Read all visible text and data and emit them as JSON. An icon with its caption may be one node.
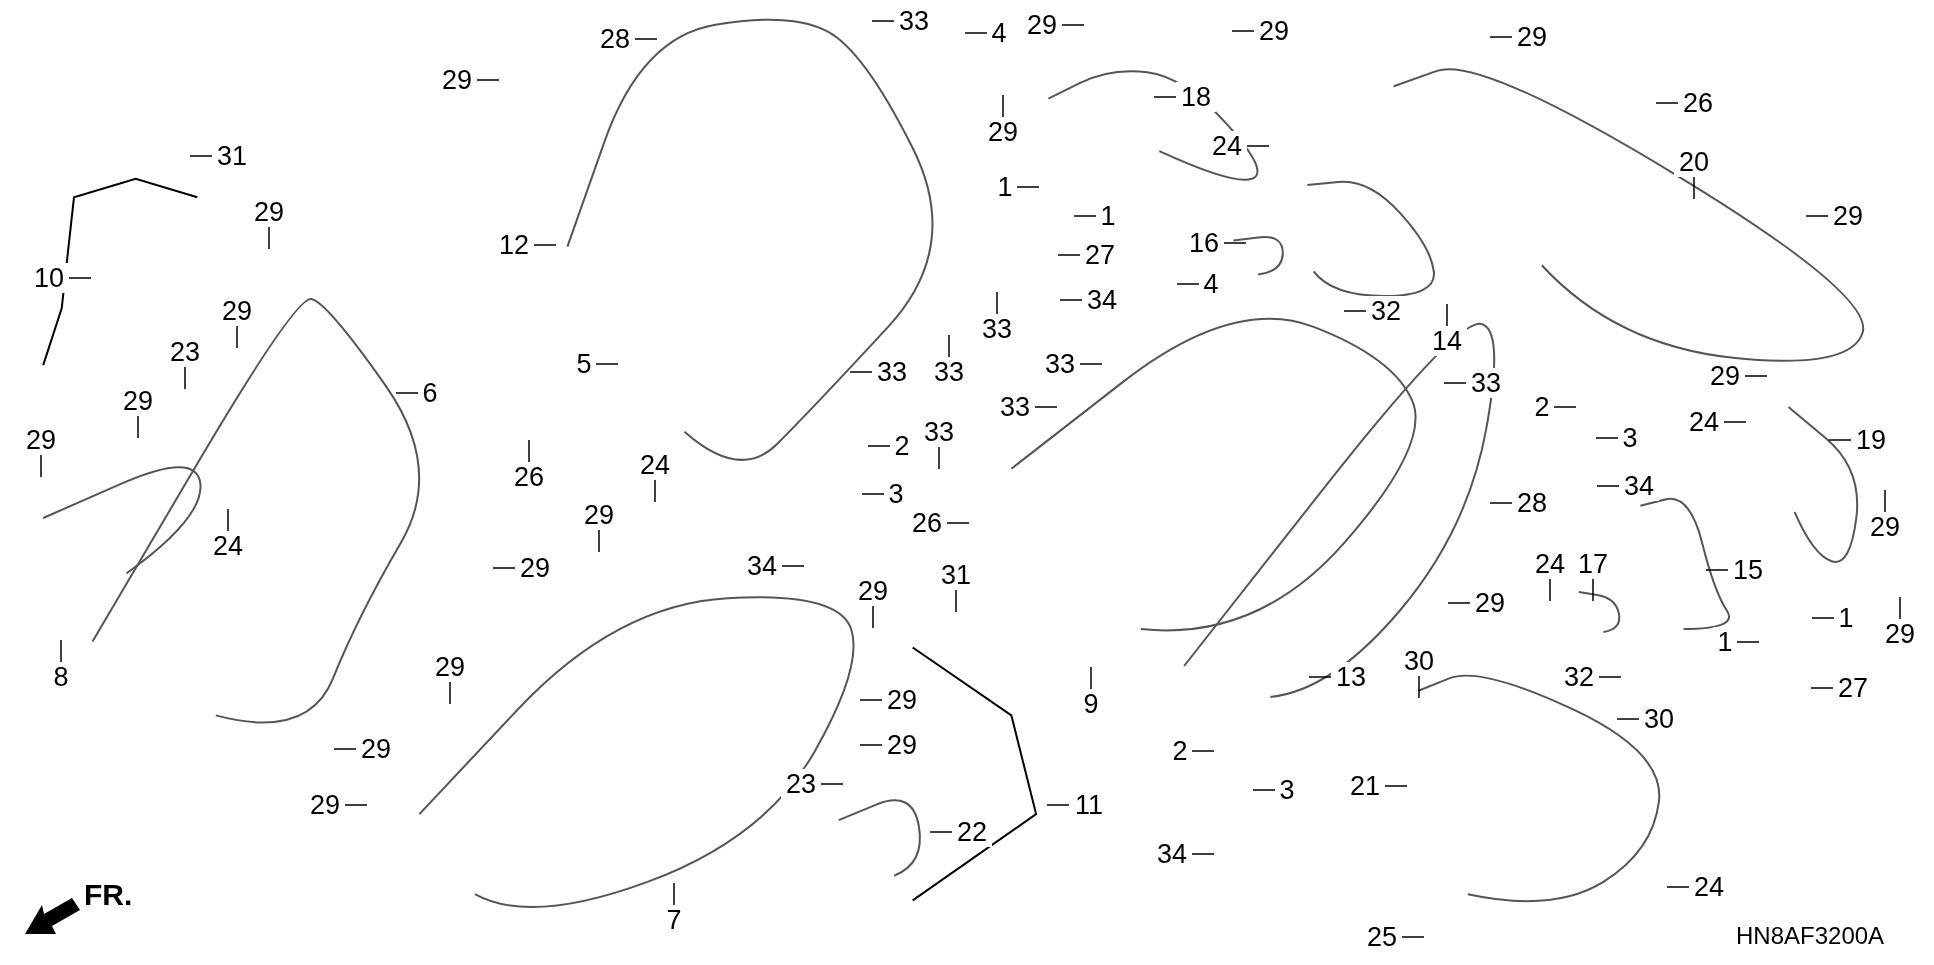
{
  "diagram": {
    "nodes": [
      {
        "text": [
          "28"
        ]
      },
      {
        "text": [
          "33"
        ]
      },
      {
        "text": [
          "4"
        ]
      },
      {
        "text": [
          "29"
        ]
      },
      {
        "text": [
          "29"
        ]
      },
      {
        "text": [
          "29"
        ]
      },
      {
        "text": [
          "29"
        ]
      },
      {
        "text": [
          "18"
        ]
      },
      {
        "text": [
          "26"
        ]
      },
      {
        "text": [
          "29"
        ]
      },
      {
        "text": [
          "24"
        ]
      },
      {
        "text": [
          "31"
        ]
      },
      {
        "text": [
          "20"
        ]
      },
      {
        "text": [
          "1"
        ]
      },
      {
        "text": [
          "29"
        ]
      },
      {
        "text": [
          "1"
        ]
      },
      {
        "text": [
          "29"
        ]
      },
      {
        "text": [
          "16"
        ]
      },
      {
        "text": [
          "12"
        ]
      },
      {
        "text": [
          "27"
        ]
      },
      {
        "text": [
          "10"
        ]
      },
      {
        "text": [
          "4"
        ]
      },
      {
        "text": [
          "34"
        ]
      },
      {
        "text": [
          "29"
        ]
      },
      {
        "text": [
          "32"
        ]
      },
      {
        "text": [
          "33"
        ]
      },
      {
        "text": [
          "14"
        ]
      },
      {
        "text": [
          "23"
        ]
      },
      {
        "text": [
          "5"
        ]
      },
      {
        "text": [
          "33"
        ]
      },
      {
        "text": [
          "33"
        ]
      },
      {
        "text": [
          "33"
        ]
      },
      {
        "text": [
          "29"
        ]
      },
      {
        "text": [
          "33"
        ]
      },
      {
        "text": [
          "6"
        ]
      },
      {
        "text": [
          "29"
        ]
      },
      {
        "text": [
          "33"
        ]
      },
      {
        "text": [
          "2"
        ]
      },
      {
        "text": [
          "24"
        ]
      },
      {
        "text": [
          "33"
        ]
      },
      {
        "text": [
          "3"
        ]
      },
      {
        "text": [
          "19"
        ]
      },
      {
        "text": [
          "29"
        ]
      },
      {
        "text": [
          "2"
        ]
      },
      {
        "text": [
          "24"
        ]
      },
      {
        "text": [
          "26"
        ]
      },
      {
        "text": [
          "34"
        ]
      },
      {
        "text": [
          "3"
        ]
      },
      {
        "text": [
          "28"
        ]
      },
      {
        "text": [
          "29"
        ]
      },
      {
        "text": [
          "26"
        ]
      },
      {
        "text": [
          "29"
        ]
      },
      {
        "text": [
          "24"
        ]
      },
      {
        "text": [
          "24"
        ]
      },
      {
        "text": [
          "17"
        ]
      },
      {
        "text": [
          "34"
        ]
      },
      {
        "text": [
          "29"
        ]
      },
      {
        "text": [
          "15"
        ]
      },
      {
        "text": [
          "31"
        ]
      },
      {
        "text": [
          "29"
        ]
      },
      {
        "text": [
          "29"
        ]
      },
      {
        "text": [
          "1"
        ]
      },
      {
        "text": [
          "29"
        ]
      },
      {
        "text": [
          "1"
        ]
      },
      {
        "text": [
          "30"
        ]
      },
      {
        "text": [
          "29"
        ]
      },
      {
        "text": [
          "8"
        ]
      },
      {
        "text": [
          "13"
        ]
      },
      {
        "text": [
          "32"
        ]
      },
      {
        "text": [
          "27"
        ]
      },
      {
        "text": [
          "29"
        ]
      },
      {
        "text": [
          "9"
        ]
      },
      {
        "text": [
          "30"
        ]
      },
      {
        "text": [
          "29"
        ]
      },
      {
        "text": [
          "29"
        ]
      },
      {
        "text": [
          "2"
        ]
      },
      {
        "text": [
          "23"
        ]
      },
      {
        "text": [
          "21"
        ]
      },
      {
        "text": [
          "3"
        ]
      },
      {
        "text": [
          "29"
        ]
      },
      {
        "text": [
          "11"
        ]
      },
      {
        "text": [
          "22"
        ]
      },
      {
        "text": [
          "34"
        ]
      },
      {
        "text": [
          "24"
        ]
      },
      {
        "text": [
          "7"
        ]
      },
      {
        "text": [
          "25"
        ]
      }
    ],
    "edges": [
      {
        "from": 0,
        "to": null,
        "arrow": "none"
      },
      {
        "from": 1,
        "to": null,
        "arrow": "none"
      },
      {
        "from": 2,
        "to": null,
        "arrow": "none"
      },
      {
        "from": 3,
        "to": null,
        "arrow": "none"
      },
      {
        "from": 4,
        "to": null,
        "arrow": "none"
      },
      {
        "from": 5,
        "to": null,
        "arrow": "none"
      },
      {
        "from": 6,
        "to": null,
        "arrow": "none"
      },
      {
        "from": 7,
        "to": null,
        "arrow": "none"
      },
      {
        "from": 8,
        "to": null,
        "arrow": "none"
      },
      {
        "from": 9,
        "to": null,
        "arrow": "none"
      },
      {
        "from": 10,
        "to": null,
        "arrow": "none"
      },
      {
        "from": 11,
        "to": null,
        "arrow": "none"
      },
      {
        "from": 12,
        "to": null,
        "arrow": "none"
      },
      {
        "from": 13,
        "to": null,
        "arrow": "none"
      },
      {
        "from": 14,
        "to": null,
        "arrow": "none"
      },
      {
        "from": 15,
        "to": null,
        "arrow": "none"
      },
      {
        "from": 16,
        "to": null,
        "arrow": "none"
      },
      {
        "from": 17,
        "to": null,
        "arrow": "none"
      },
      {
        "from": 18,
        "to": null,
        "arrow": "none"
      },
      {
        "from": 19,
        "to": null,
        "arrow": "none"
      },
      {
        "from": 20,
        "to": null,
        "arrow": "none"
      },
      {
        "from": 21,
        "to": null,
        "arrow": "none"
      },
      {
        "from": 22,
        "to": null,
        "arrow": "none"
      },
      {
        "from": 23,
        "to": null,
        "arrow": "none"
      },
      {
        "from": 24,
        "to": null,
        "arrow": "none"
      },
      {
        "from": 25,
        "to": null,
        "arrow": "none"
      },
      {
        "from": 26,
        "to": null,
        "arrow": "none"
      },
      {
        "from": 27,
        "to": null,
        "arrow": "none"
      },
      {
        "from": 28,
        "to": null,
        "arrow": "none"
      },
      {
        "from": 29,
        "to": null,
        "arrow": "none"
      },
      {
        "from": 30,
        "to": null,
        "arrow": "none"
      },
      {
        "from": 31,
        "to": null,
        "arrow": "none"
      },
      {
        "from": 32,
        "to": null,
        "arrow": "none"
      },
      {
        "from": 33,
        "to": null,
        "arrow": "none"
      },
      {
        "from": 34,
        "to": null,
        "arrow": "none"
      },
      {
        "from": 35,
        "to": null,
        "arrow": "none"
      },
      {
        "from": 36,
        "to": null,
        "arrow": "none"
      },
      {
        "from": 37,
        "to": null,
        "arrow": "none"
      },
      {
        "from": 38,
        "to": null,
        "arrow": "none"
      },
      {
        "from": 39,
        "to": null,
        "arrow": "none"
      },
      {
        "from": 40,
        "to": null,
        "arrow": "none"
      },
      {
        "from": 41,
        "to": null,
        "arrow": "none"
      },
      {
        "from": 42,
        "to": null,
        "arrow": "none"
      },
      {
        "from": 43,
        "to": null,
        "arrow": "none"
      },
      {
        "from": 44,
        "to": null,
        "arrow": "none"
      },
      {
        "from": 45,
        "to": null,
        "arrow": "none"
      },
      {
        "from": 46,
        "to": null,
        "arrow": "none"
      },
      {
        "from": 47,
        "to": null,
        "arrow": "none"
      },
      {
        "from": 48,
        "to": null,
        "arrow": "none"
      },
      {
        "from": 49,
        "to": null,
        "arrow": "none"
      },
      {
        "from": 50,
        "to": null,
        "arrow": "none"
      },
      {
        "from": 51,
        "to": null,
        "arrow": "none"
      },
      {
        "from": 52,
        "to": null,
        "arrow": "none"
      },
      {
        "from": 53,
        "to": null,
        "arrow": "none"
      },
      {
        "from": 54,
        "to": null,
        "arrow": "none"
      },
      {
        "from": 55,
        "to": null,
        "arrow": "none"
      },
      {
        "from": 56,
        "to": null,
        "arrow": "none"
      },
      {
        "from": 57,
        "to": null,
        "arrow": "none"
      },
      {
        "from": 58,
        "to": null,
        "arrow": "none"
      },
      {
        "from": 59,
        "to": null,
        "arrow": "none"
      },
      {
        "from": 60,
        "to": null,
        "arrow": "none"
      },
      {
        "from": 61,
        "to": null,
        "arrow": "none"
      },
      {
        "from": 62,
        "to": null,
        "arrow": "none"
      },
      {
        "from": 63,
        "to": null,
        "arrow": "none"
      },
      {
        "from": 64,
        "to": null,
        "arrow": "none"
      },
      {
        "from": 65,
        "to": null,
        "arrow": "none"
      },
      {
        "from": 66,
        "to": null,
        "arrow": "none"
      },
      {
        "from": 67,
        "to": null,
        "arrow": "none"
      },
      {
        "from": 68,
        "to": null,
        "arrow": "none"
      },
      {
        "from": 69,
        "to": null,
        "arrow": "none"
      },
      {
        "from": 70,
        "to": null,
        "arrow": "none"
      },
      {
        "from": 71,
        "to": null,
        "arrow": "none"
      },
      {
        "from": 72,
        "to": null,
        "arrow": "none"
      },
      {
        "from": 73,
        "to": null,
        "arrow": "none"
      },
      {
        "from": 74,
        "to": null,
        "arrow": "none"
      },
      {
        "from": 75,
        "to": null,
        "arrow": "none"
      },
      {
        "from": 76,
        "to": null,
        "arrow": "none"
      },
      {
        "from": 77,
        "to": null,
        "arrow": "none"
      },
      {
        "from": 78,
        "to": null,
        "arrow": "none"
      },
      {
        "from": 79,
        "to": null,
        "arrow": "none"
      },
      {
        "from": 80,
        "to": null,
        "arrow": "none"
      },
      {
        "from": 81,
        "to": null,
        "arrow": "none"
      },
      {
        "from": 82,
        "to": null,
        "arrow": "none"
      },
      {
        "from": 83,
        "to": null,
        "arrow": "none"
      },
      {
        "from": 84,
        "to": null,
        "arrow": "none"
      },
      {
        "from": 85,
        "to": null,
        "arrow": "none"
      }
    ],
    "labels": [
      "FR.",
      "HN8AF3200A"
    ]
  }
}
